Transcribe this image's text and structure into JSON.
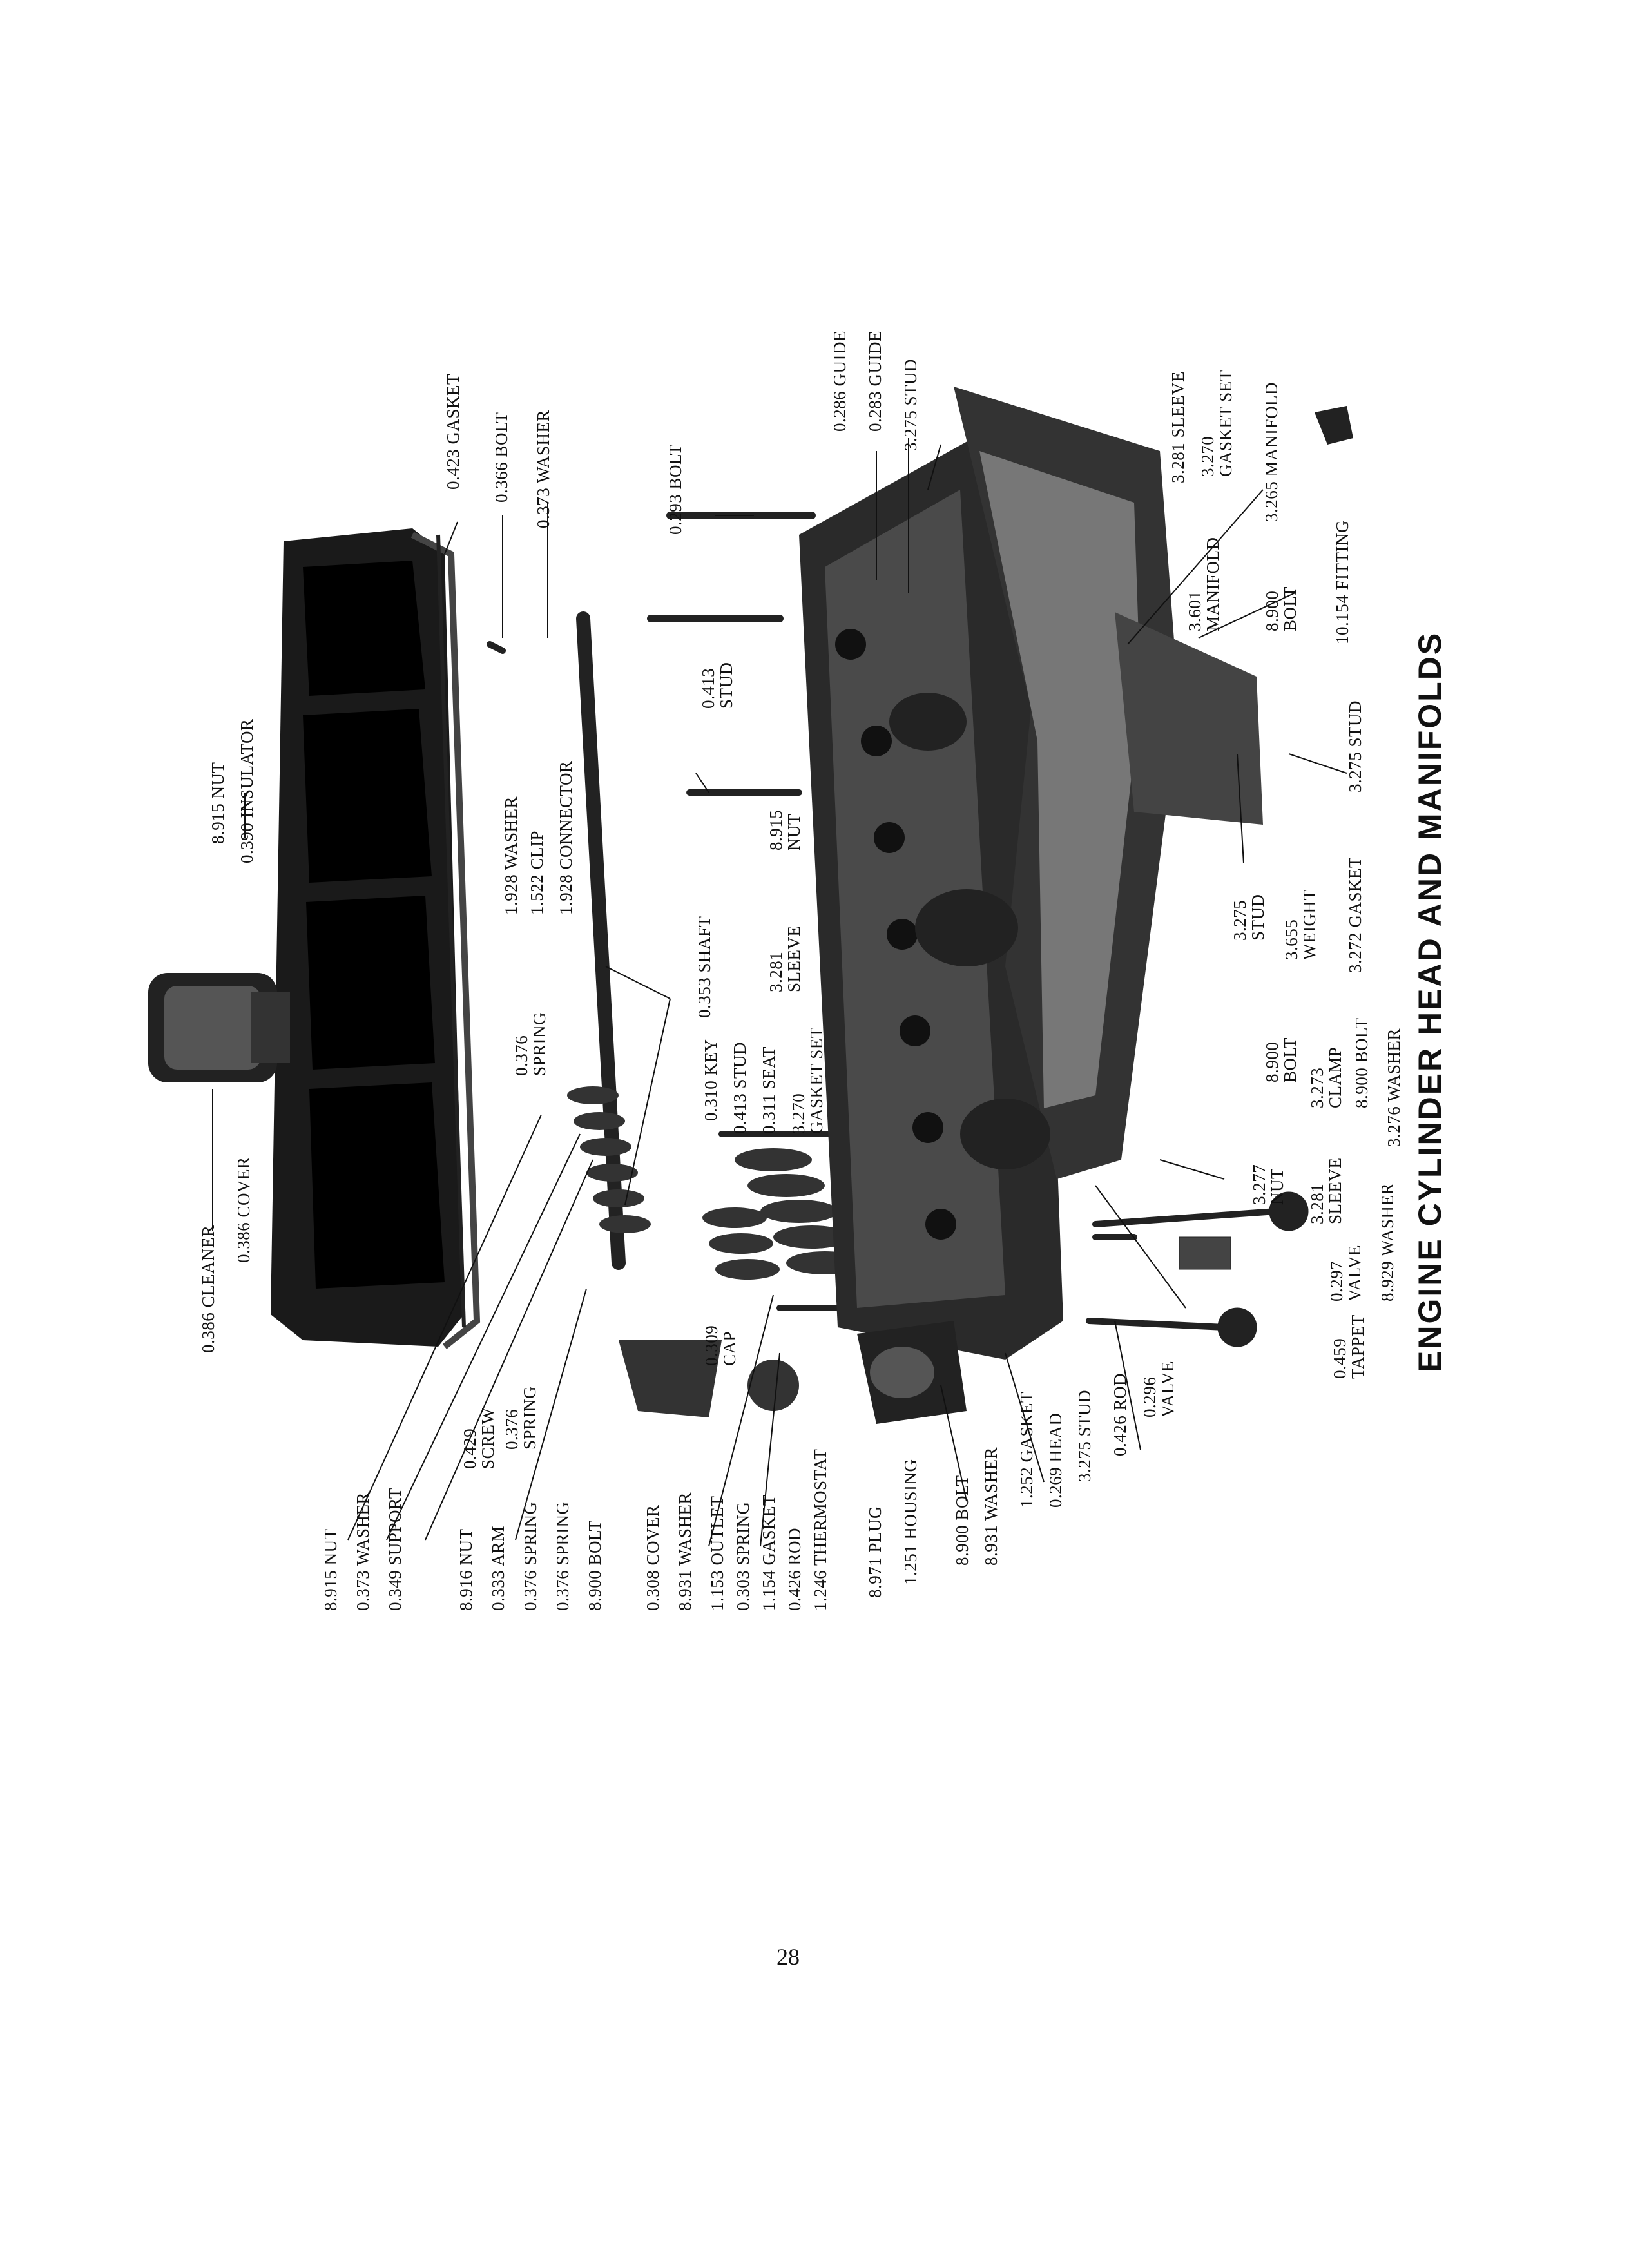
{
  "title": "ENGINE CYLINDER HEAD AND MANIFOLDS",
  "page_number": "28",
  "labels": {
    "cleaner_386": "0.386 CLEANER",
    "cover_386": "0.386 COVER",
    "nut_8915_top": "8.915 NUT",
    "insulator_390": "0.390 INSULATOR",
    "gasket_423": "0.423 GASKET",
    "bolt_366": "0.366 BOLT",
    "washer_373_top": "0.373 WASHER",
    "washer_1928": "1.928 WASHER",
    "clip_1522": "1.522 CLIP",
    "connector_1928": "1.928 CONNECTOR",
    "bolt_293": "0.293 BOLT",
    "guide_286": "0.286 GUIDE",
    "guide_283": "0.283 GUIDE",
    "stud_3275_top": "3.275 STUD",
    "sleeve_3281_top": "3.281 SLEEVE",
    "gasket_set_3270_top": "3.270\nGASKET SET",
    "manifold_3265": "3.265 MANIFOLD",
    "fitting_10154": "10.154 FITTING",
    "manifold_3601": "3.601\nMANIFOLD",
    "bolt_8900_right": "8.900\nBOLT",
    "stud_413_top": "0.413\nSTUD",
    "nut_8915_mid": "8.915\nNUT",
    "stud_3275_right": "3.275 STUD",
    "shaft_353": "0.353 SHAFT",
    "spring_376_a": "0.376\nSPRING",
    "sleeve_3281_mid": "3.281\nSLEEVE",
    "stud_3275_mid": "3.275\nSTUD",
    "weight_3655": "3.655\nWEIGHT",
    "gasket_3272": "3.272 GASKET",
    "key_310": "0.310 KEY",
    "stud_413_mid": "0.413 STUD",
    "seat_311": "0.311 SEAT",
    "gasket_set_3270_mid": "3.270\nGASKET SET",
    "bolt_8900_mid": "8.900\nBOLT",
    "clamp_3273": "3.273\nCLAMP",
    "bolt_8900_b": "8.900 BOLT",
    "washer_3276": "3.276 WASHER",
    "nut_3277": "3.277\nNUT",
    "sleeve_3281_low": "3.281\nSLEEVE",
    "valve_297": "0.297\nVALVE",
    "washer_8929": "8.929 WASHER",
    "cap_309": "0.309\nCAP",
    "tappet_459": "0.459\nTAPPET",
    "screw_429": "0.429\nSCREW",
    "spring_376_b": "0.376\nSPRING",
    "nut_8915_left": "8.915 NUT",
    "washer_373_left": "0.373 WASHER",
    "support_349": "0.349 SUPPORT",
    "nut_8916": "8.916 NUT",
    "arm_333": "0.333 ARM",
    "spring_376_c": "0.376 SPRING",
    "spring_376_d": "0.376 SPRING",
    "bolt_8900_left": "8.900 BOLT",
    "cover_308": "0.308 COVER",
    "washer_8931_left": "8.931 WASHER",
    "outlet_1153": "1.153 OUTLET",
    "spring_303": "0.303 SPRING",
    "gasket_1154": "1.154 GASKET",
    "rod_426_left": "0.426 ROD",
    "thermostat_1246": "1.246 THERMOSTAT",
    "plug_8971": "8.971 PLUG",
    "housing_1251": "1.251 HOUSING",
    "bolt_8900_bottom": "8.900 BOLT",
    "washer_8931_bottom": "8.931 WASHER",
    "gasket_1252": "1.252 GASKET",
    "head_269": "0.269 HEAD",
    "stud_3275_bottom": "3.275 STUD",
    "rod_426_bottom": "0.426 ROD",
    "valve_296": "0.296\nVALVE"
  }
}
